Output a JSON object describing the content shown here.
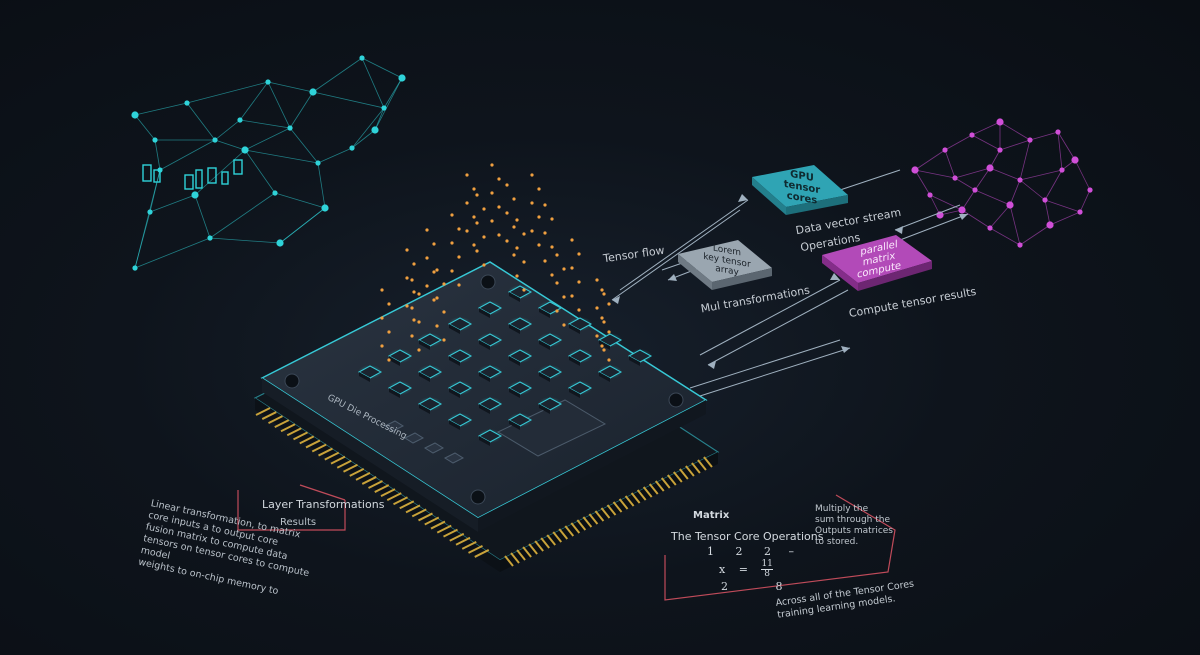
{
  "colors": {
    "background": "#0b1017",
    "cyan": "#2fd3d9",
    "magenta": "#d04fd8",
    "chip_edge": "#37c9d6",
    "gold": "#c8a23a",
    "red_line": "#d0586a",
    "box_teal": "#2fa4b4",
    "box_grey": "#9aa6b0",
    "box_purple": "#b24ab8"
  },
  "chip": {
    "die_label": "GPU Die Processing"
  },
  "boxes": {
    "teal": [
      "GPU",
      "tensor",
      "cores"
    ],
    "grey": [
      "Lorem",
      "key tensor",
      "array"
    ],
    "purple": [
      "parallel",
      "matrix",
      "compute"
    ]
  },
  "labels": {
    "tensor_flow": "Tensor flow",
    "mul_transformations": "Mul transformations",
    "data_vector": "Data vector stream",
    "operations": "Operations",
    "compute_results": "Compute tensor results",
    "left_title": "Layer Transformations",
    "left_sub": "Results",
    "left_notes": [
      "Linear transformation, to matrix",
      "core inputs a to output core",
      "fusion matrix to compute data",
      "tensors on tensor cores to compute model",
      "weights to on-chip memory to"
    ]
  },
  "math_panel": {
    "heading": "Matrix",
    "title": "The Tensor Core Operations",
    "side_text": [
      "Multiply the",
      "sum through the",
      "Outputs matrices",
      "to stored."
    ],
    "row1": [
      "1",
      "2",
      "2"
    ],
    "row2_left": "x",
    "row2_mid": "=",
    "frac_top": "11",
    "frac_bottom": "8",
    "row3": [
      "2",
      "8"
    ],
    "footer": [
      "Across all of the Tensor Cores",
      "training learning models."
    ]
  }
}
